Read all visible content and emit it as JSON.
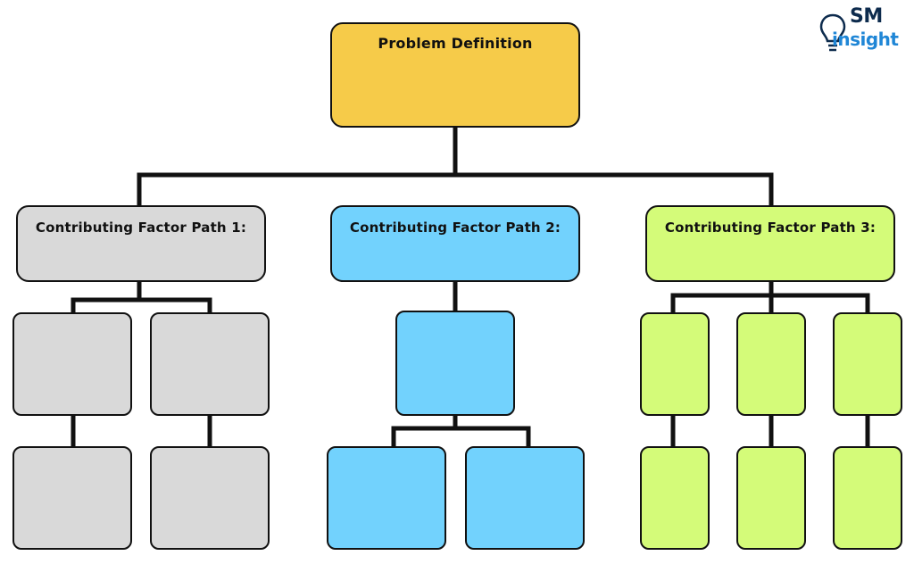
{
  "root": {
    "label": "Problem Definition",
    "color": "#f6cb49"
  },
  "paths": [
    {
      "label": "Contributing Factor Path 1:",
      "color": "#d9d9d9"
    },
    {
      "label": "Contributing Factor Path 2:",
      "color": "#72d2fd"
    },
    {
      "label": "Contributing Factor Path 3:",
      "color": "#d4fb79"
    }
  ],
  "logo": {
    "line1": "SM",
    "line2": "insight",
    "colors": [
      "#0d2b4d",
      "#1f86d6"
    ]
  }
}
